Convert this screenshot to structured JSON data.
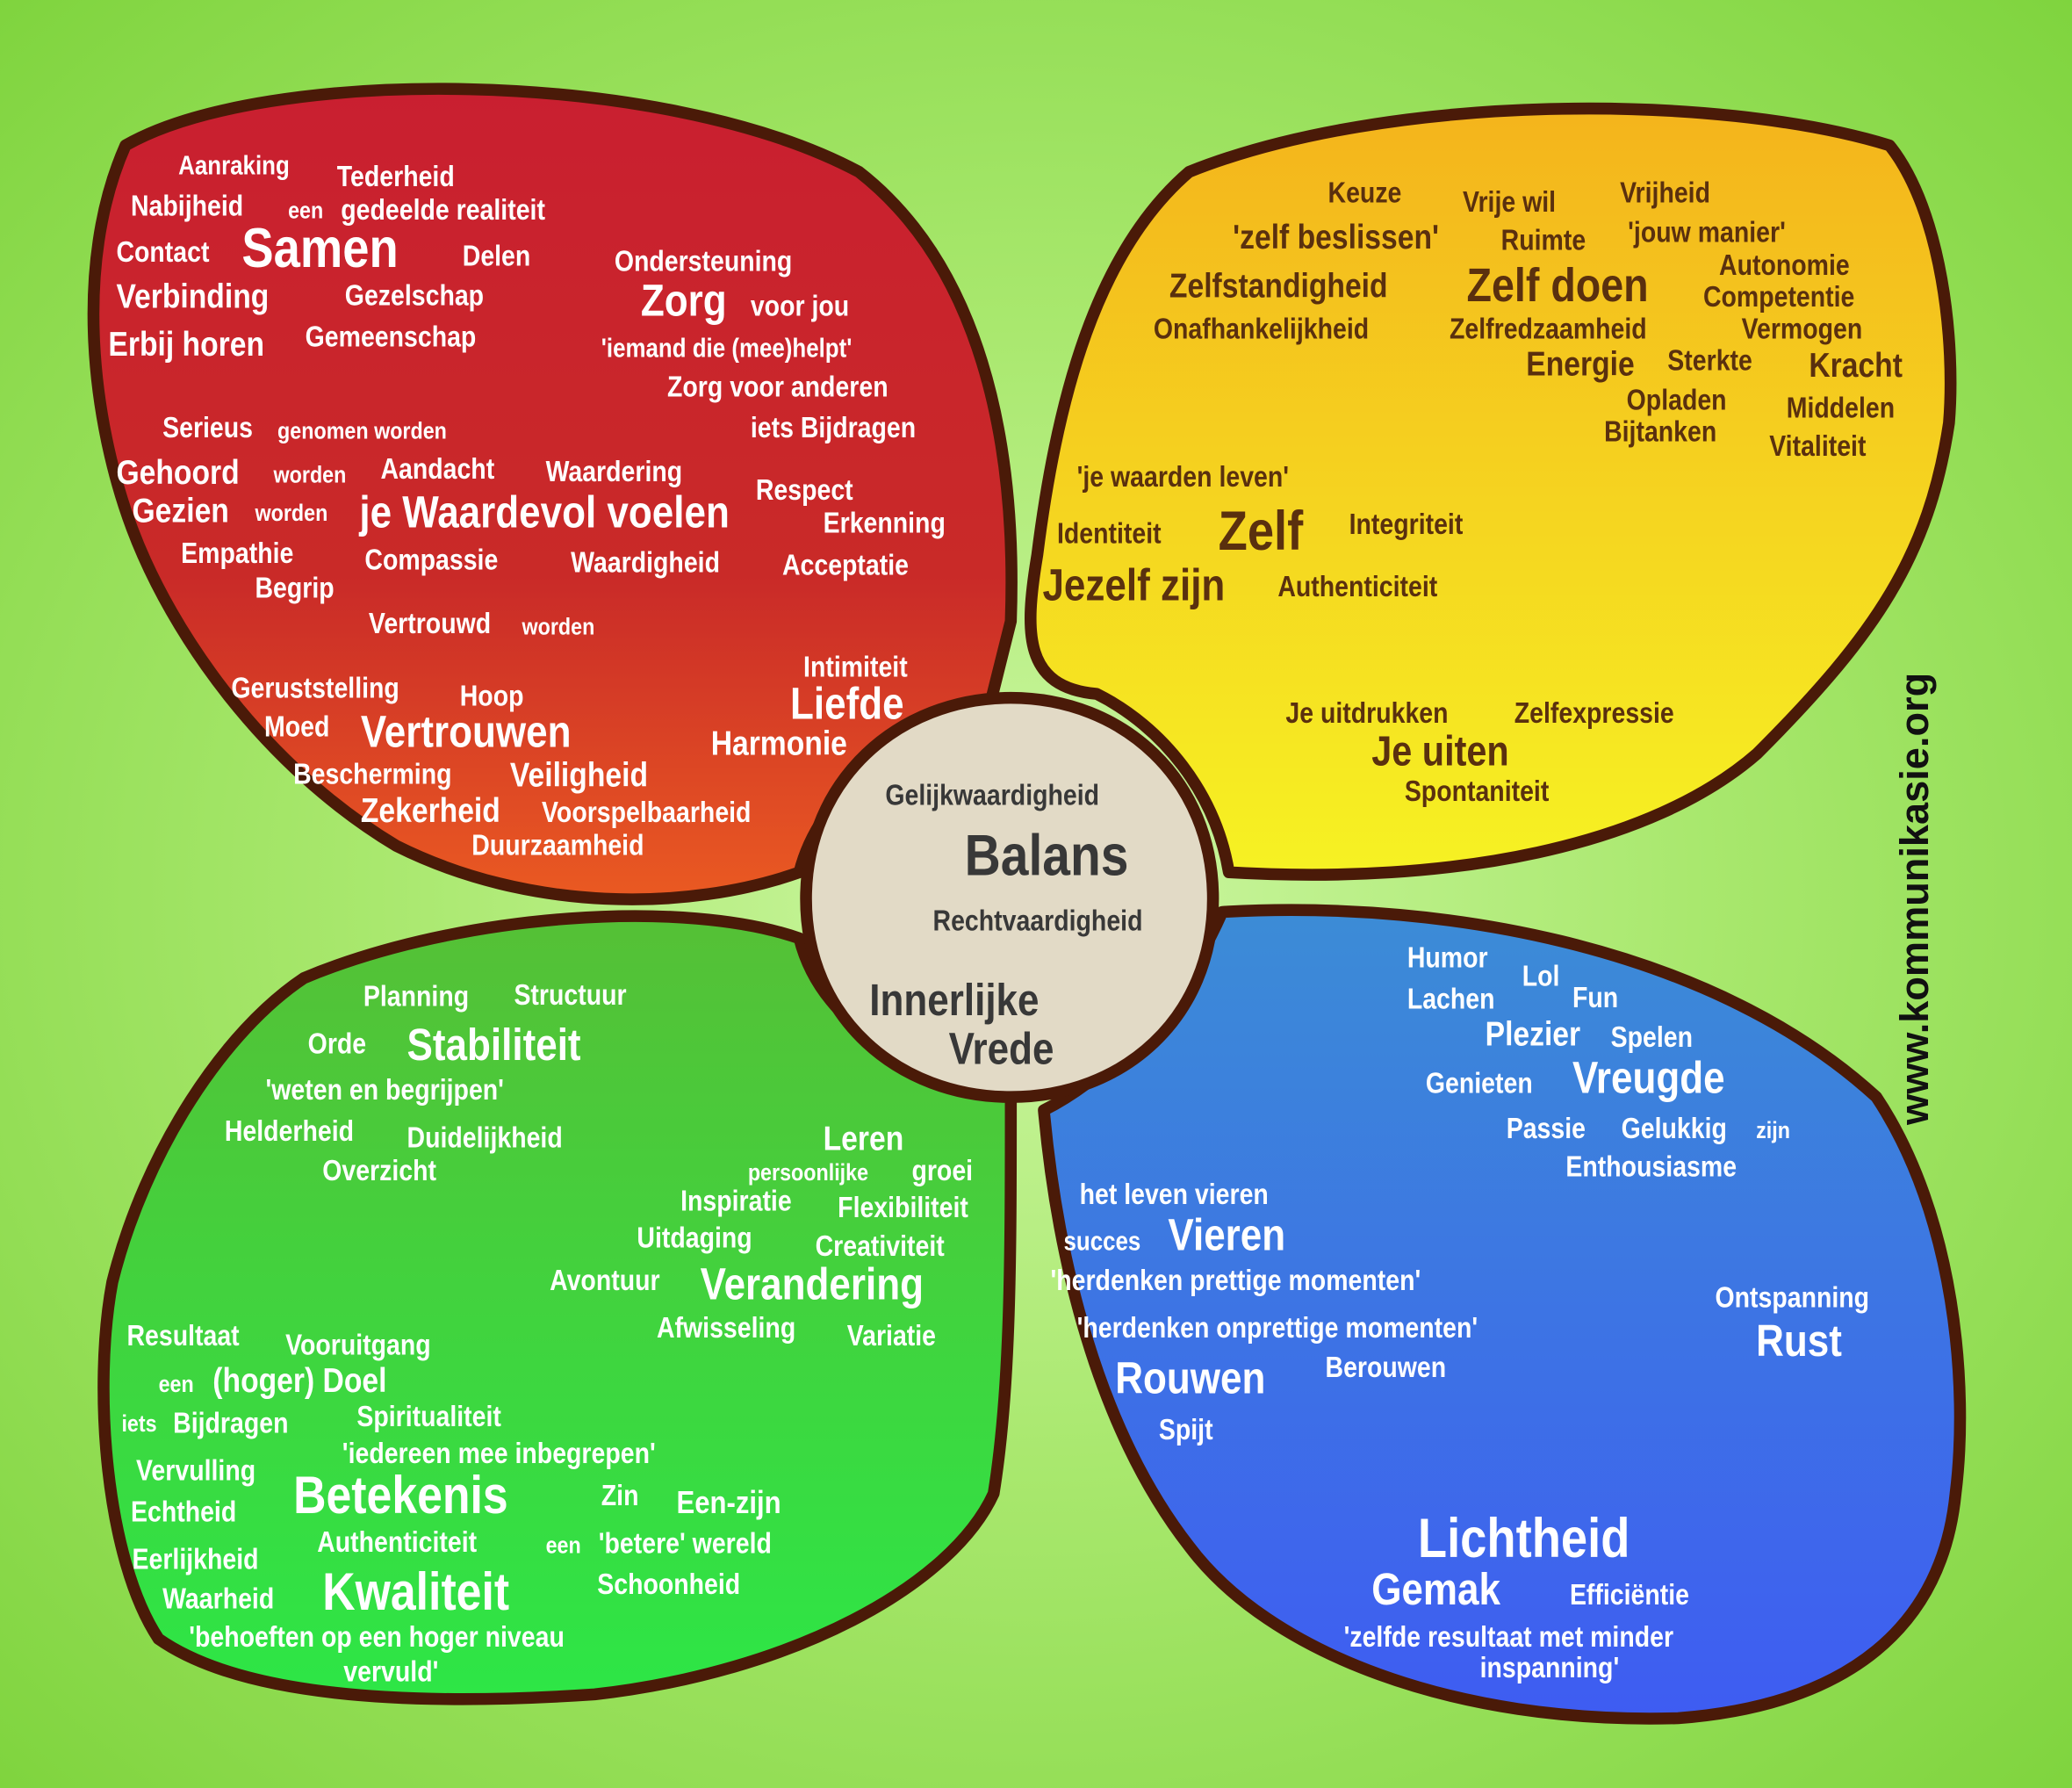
{
  "watermark": "www.kommunikasie.org",
  "colors": {
    "red": "#cf2a2a",
    "yellow": "#f7c21c",
    "green": "#43c932",
    "blue": "#3a6ee6",
    "center": "#e2dac6",
    "outline": "#4a1a08"
  },
  "red": [
    "Aanraking",
    "Tederheid",
    "Nabijheid",
    "een",
    "gedeelde realiteit",
    "Contact",
    "Samen",
    "Delen",
    "Ondersteuning",
    "Verbinding",
    "Gezelschap",
    "Zorg",
    "voor jou",
    "Erbij horen",
    "Gemeenschap",
    "'iemand die (mee)helpt'",
    "Zorg voor anderen",
    "Serieus",
    "genomen worden",
    "iets Bijdragen",
    "Gehoord",
    "worden",
    "Aandacht",
    "Waardering",
    "Respect",
    "Gezien",
    "worden",
    "je Waardevol voelen",
    "Erkenning",
    "Empathie",
    "Compassie",
    "Waardigheid",
    "Acceptatie",
    "Begrip",
    "Vertrouwd",
    "worden",
    "Intimiteit",
    "Geruststelling",
    "Hoop",
    "Liefde",
    "Moed",
    "Vertrouwen",
    "Harmonie",
    "Bescherming",
    "Veiligheid",
    "Zekerheid",
    "Voorspelbaarheid",
    "Duurzaamheid"
  ],
  "yellow": [
    "Keuze",
    "Vrije wil",
    "Vrijheid",
    "'zelf beslissen'",
    "Ruimte",
    "'jouw manier'",
    "Autonomie",
    "Zelfstandigheid",
    "Zelf doen",
    "Competentie",
    "Onafhankelijkheid",
    "Zelfredzaamheid",
    "Vermogen",
    "Energie",
    "Sterkte",
    "Kracht",
    "Opladen",
    "Middelen",
    "Bijtanken",
    "Vitaliteit",
    "'je waarden leven'",
    "Identiteit",
    "Zelf",
    "Integriteit",
    "Jezelf zijn",
    "Authenticiteit",
    "Je uitdrukken",
    "Zelfexpressie",
    "Je uiten",
    "Spontaniteit"
  ],
  "center": [
    "Gelijkwaardigheid",
    "Balans",
    "Rechtvaardigheid",
    "Innerlijke",
    "Vrede"
  ],
  "green": [
    "Planning",
    "Structuur",
    "Orde",
    "Stabiliteit",
    "'weten en begrijpen'",
    "Helderheid",
    "Duidelijkheid",
    "Leren",
    "Overzicht",
    "persoonlijke",
    "groei",
    "Inspiratie",
    "Flexibiliteit",
    "Uitdaging",
    "Creativiteit",
    "Avontuur",
    "Verandering",
    "Afwisseling",
    "Variatie",
    "Resultaat",
    "Vooruitgang",
    "een",
    "(hoger) Doel",
    "iets",
    "Bijdragen",
    "Spiritualiteit",
    "'iedereen mee inbegrepen'",
    "Vervulling",
    "Zin",
    "Betekenis",
    "Een-zijn",
    "Echtheid",
    "Authenticiteit",
    "een",
    "'betere' wereld",
    "Eerlijkheid",
    "Schoonheid",
    "Waarheid",
    "Kwaliteit",
    "'behoeften op een hoger niveau",
    "vervuld'"
  ],
  "blue": [
    "Humor",
    "Lol",
    "Lachen",
    "Fun",
    "Plezier",
    "Spelen",
    "Genieten",
    "Vreugde",
    "Passie",
    "Gelukkig",
    "zijn",
    "Enthousiasme",
    "het leven vieren",
    "succes",
    "Vieren",
    "'herdenken prettige momenten'",
    "Ontspanning",
    "'herdenken onprettige momenten'",
    "Rust",
    "Rouwen",
    "Berouwen",
    "Spijt",
    "Lichtheid",
    "Gemak",
    "Efficiëntie",
    "'zelfde resultaat met minder",
    "inspanning'"
  ]
}
